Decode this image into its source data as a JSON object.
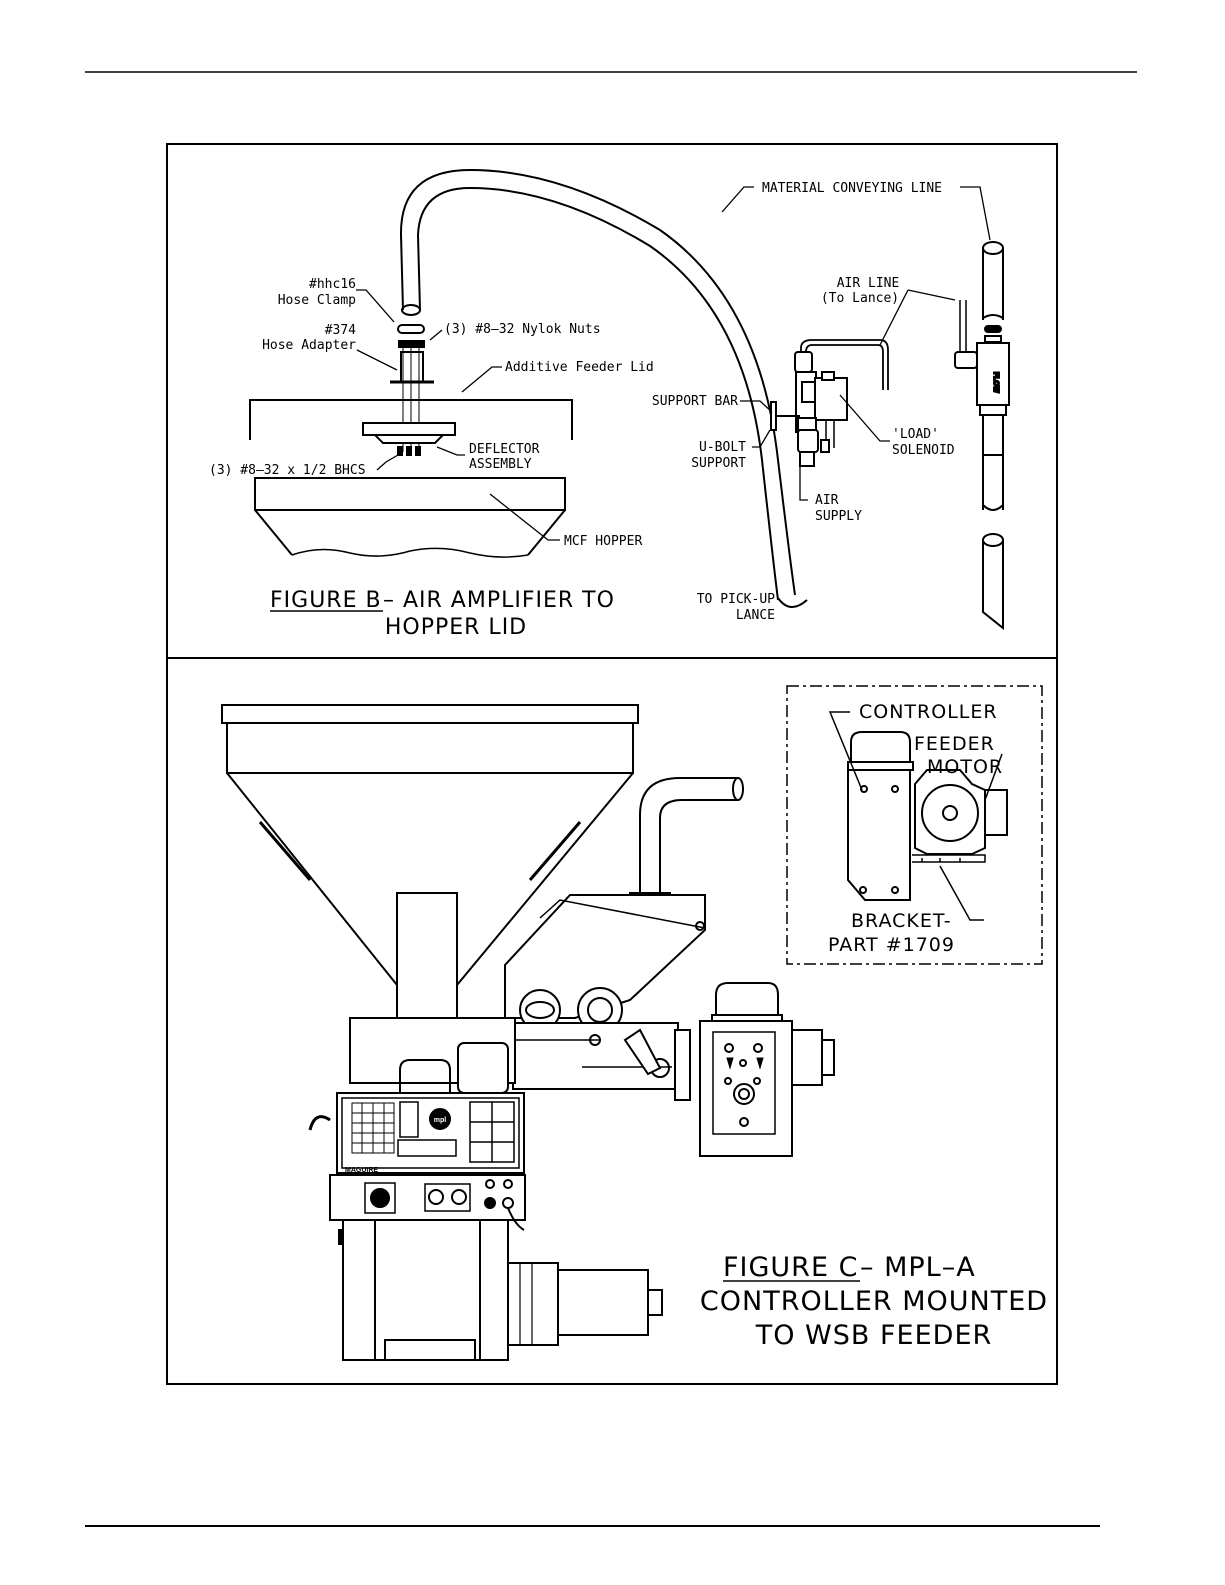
{
  "figure_b": {
    "caption_line1": "FIGURE B",
    "caption_rest1": " – AIR AMPLIFIER TO",
    "caption_line2": "HOPPER LID",
    "labels": {
      "hose_clamp_part": "#hhc16",
      "hose_clamp": "Hose Clamp",
      "hose_adapter_part": "#374",
      "hose_adapter": "Hose Adapter",
      "nylok_nuts": "(3) #8–32 Nylok Nuts",
      "feeder_lid": "Additive Feeder Lid",
      "bhcs": "(3) #8–32 x 1/2 BHCS",
      "deflector_1": "DEFLECTOR",
      "deflector_2": "ASSEMBLY",
      "mcf_hopper": "MCF HOPPER",
      "material_line": "MATERIAL CONVEYING LINE",
      "air_line_1": "AIR LINE",
      "air_line_2": "(To Lance)",
      "support_bar": "SUPPORT BAR",
      "u_bolt_1": "U-BOLT",
      "u_bolt_2": "SUPPORT",
      "load_solenoid_1": "'LOAD'",
      "load_solenoid_2": "SOLENOID",
      "air_supply_1": "AIR",
      "air_supply_2": "SUPPLY",
      "pickup_1": "TO PICK-UP",
      "pickup_2": "LANCE"
    }
  },
  "figure_c": {
    "caption_line1": "FIGURE C",
    "caption_rest1": " – MPL–A",
    "caption_line2": "CONTROLLER MOUNTED",
    "caption_line3": "TO WSB FEEDER",
    "inset": {
      "controller": "CONTROLLER",
      "feeder": "FEEDER",
      "motor": "MOTOR",
      "bracket": "BRACKET-",
      "part": "PART #1709"
    },
    "brand": "MAGUIRE",
    "logo": "mpl"
  }
}
